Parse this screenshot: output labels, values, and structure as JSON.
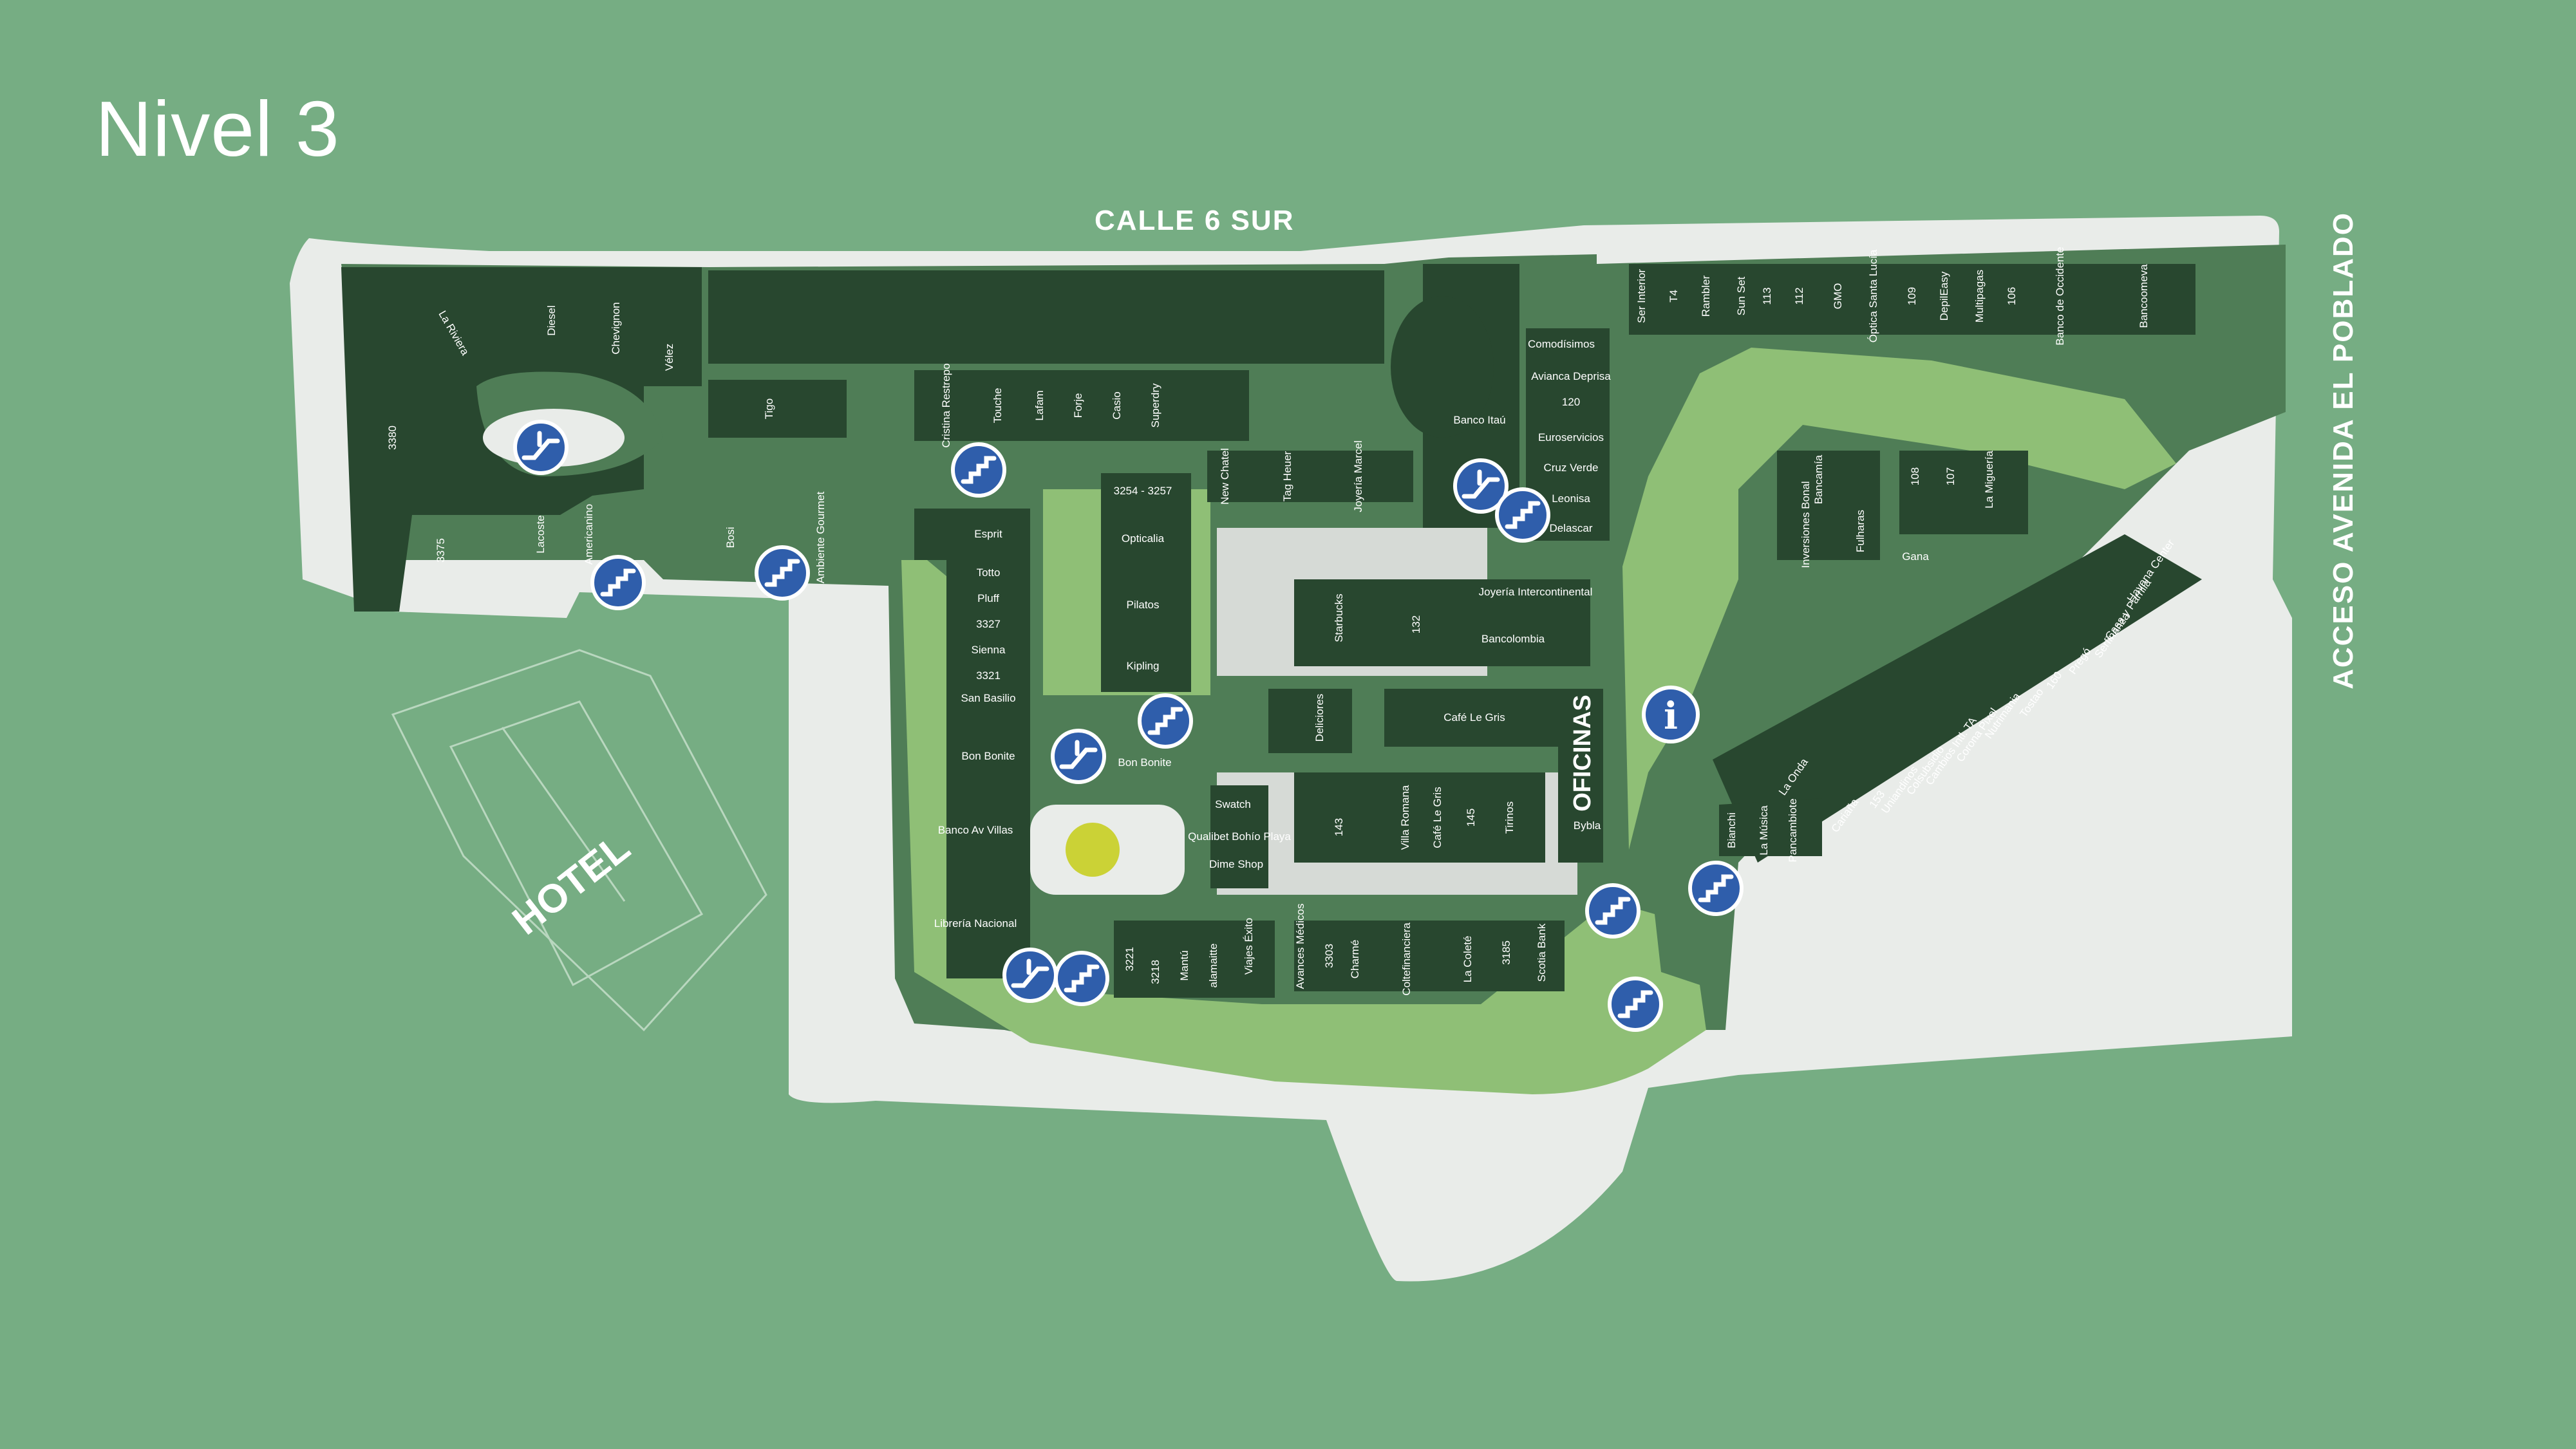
{
  "title": "Nivel 3",
  "streets": {
    "top": "CALLE 6 SUR",
    "right": "ACCESO AVENIDA EL POBLADO"
  },
  "zones": {
    "hotel": "HOTEL",
    "offices": "OFICINAS"
  },
  "colors": {
    "background": "#76ad83",
    "store": "#28472f",
    "walkway": "#4f7d56",
    "parking": "#8fbf76",
    "road": "#e9ece9",
    "icon": "#2f5eab"
  },
  "stores": [
    "La Riviera",
    "Diesel",
    "Chevignon",
    "Vélez",
    "3380",
    "3375",
    "Lacoste",
    "Americanino",
    "Bosi",
    "Ambiente Gourmet",
    "Tigo",
    "Cristina Restrepo",
    "Touche",
    "Lafam",
    "Forje",
    "Casio",
    "Superdry",
    "Esprit",
    "Totto",
    "Pluff",
    "3327",
    "Sienna",
    "3321",
    "San Basilio",
    "Bon Bonite",
    "Banco Av Villas",
    "Librería Nacional",
    "3254 - 3257",
    "Opticalia",
    "Pilatos",
    "Kipling",
    "Bon Bonite",
    "New Chatel",
    "Tag Heuer",
    "Joyería Marcel",
    "Banco Itaú",
    "Comodísimos",
    "Avianca Deprisa",
    "120",
    "Euroservicios",
    "Cruz Verde",
    "Leonisa",
    "Delascar",
    "Starbucks",
    "132",
    "Joyería Intercontinental",
    "Bancolombia",
    "Deliciores",
    "Café Le Gris",
    "Swatch",
    "Qualibet Bohío Playa",
    "Dime Shop",
    "143",
    "Villa Romana",
    "Café Le Gris",
    "145",
    "Tirinos",
    "Bybla",
    "3221",
    "3218",
    "Mantú",
    "alamaitte",
    "Viajes Éxito",
    "Avances Médicos",
    "3303",
    "Charmé",
    "Coltefinanciera",
    "La Coleté",
    "3185",
    "Scotia Bank",
    "Ser Interior",
    "T4",
    "Rambler",
    "Sun Set",
    "113",
    "112",
    "GMO",
    "Óptica Santa Lucía",
    "109",
    "DepilEasy",
    "Multipagas",
    "106",
    "Banco de Occidente",
    "Bancoomeva",
    "Bancamía",
    "Inversiones Bonal",
    "Fulharas",
    "108",
    "107",
    "La Miguería",
    "Gana",
    "Havana Center",
    "Casa y Parrilla",
    "Serfinanza",
    "Pregó",
    "160",
    "Tostao",
    "Nutrimania",
    "Corona Pixel",
    "Cambios Intl. TA",
    "Colsubsidio",
    "Uniandinos",
    "153",
    "Cariaña",
    "La Onda",
    "Pancambiote",
    "La Música",
    "Bianchi"
  ]
}
